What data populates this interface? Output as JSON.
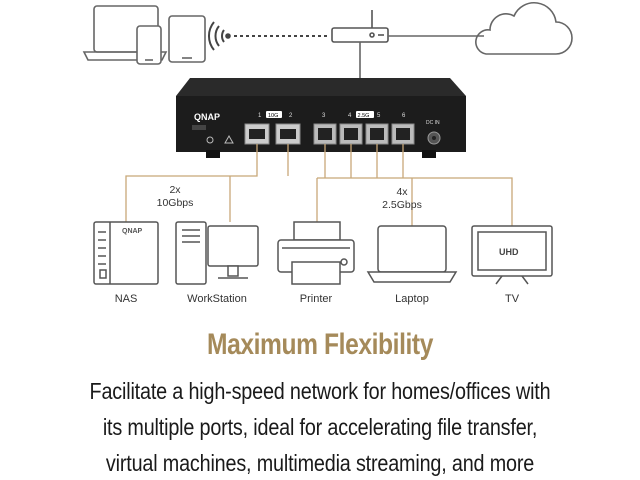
{
  "switch": {
    "brand": "QNAP",
    "port_labels": [
      "1",
      "10G",
      "2",
      "3",
      "4",
      "2.5G",
      "5",
      "6"
    ],
    "dc_label": "DC IN"
  },
  "groups": {
    "left_caption": [
      "2x",
      "10Gbps"
    ],
    "right_caption": [
      "4x",
      "2.5Gbps"
    ]
  },
  "devices": [
    {
      "label": "NAS",
      "icon": "nas-icon"
    },
    {
      "label": "WorkStation",
      "icon": "workstation-icon"
    },
    {
      "label": "Printer",
      "icon": "printer-icon"
    },
    {
      "label": "Laptop",
      "icon": "laptop-icon"
    },
    {
      "label": "TV",
      "icon": "tv-icon"
    }
  ],
  "nas_brand": "QNAP",
  "tv_text": "UHD",
  "headline": "Maximum Flexibility",
  "body_lines": [
    "Facilitate a high-speed network for homes/offices with",
    "its multiple ports, ideal for accelerating file transfer,",
    "virtual machines, multimedia streaming, and more"
  ],
  "colors": {
    "accent": "#a58a5a",
    "line": "#c8a878",
    "icon_stroke": "#555555",
    "switch_body": "#1c1c1c"
  }
}
